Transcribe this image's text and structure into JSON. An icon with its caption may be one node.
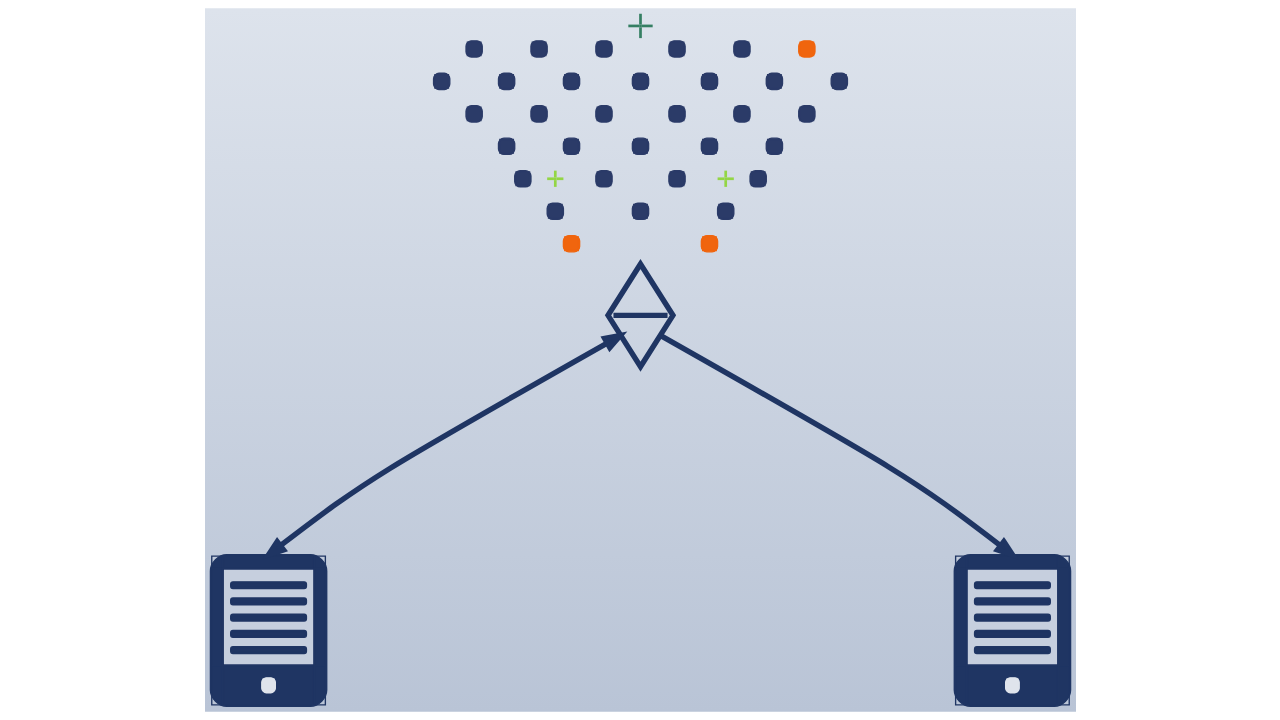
{
  "diagram": {
    "nodes": [
      {
        "text": [],
        "shape": "picture"
      },
      {
        "text": [],
        "shape": "diamond"
      },
      {
        "text": [],
        "shape": "tablet"
      },
      {
        "text": [],
        "shape": "tablet"
      }
    ],
    "edges": [
      {
        "from": 1,
        "to": 2,
        "arrow": "both"
      },
      {
        "from": 1,
        "to": 3,
        "arrow": "to"
      }
    ]
  }
}
